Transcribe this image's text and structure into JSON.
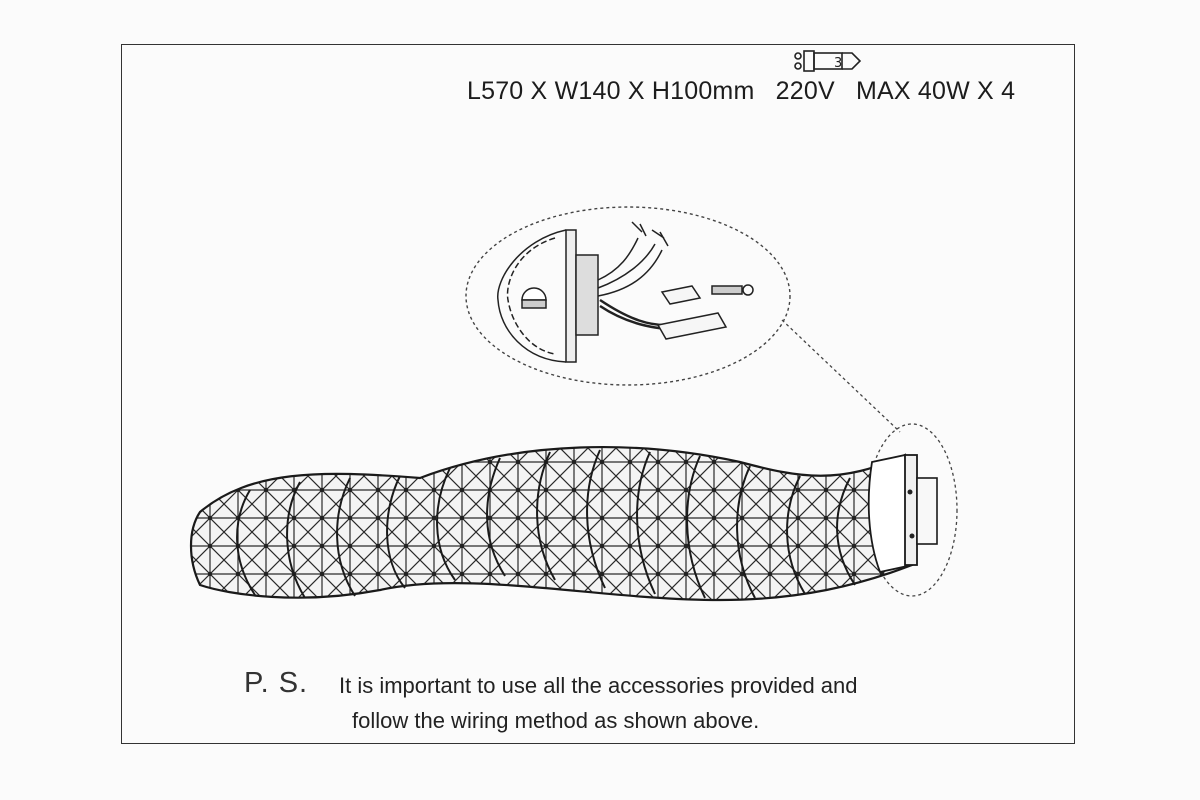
{
  "specs": {
    "dimensions": "L570 X W140 X H100mm",
    "voltage": "220V",
    "power": "MAX 40W X 4"
  },
  "bulb_icon": {
    "label": "3",
    "icon": "g9-bulb-icon"
  },
  "note": {
    "ps_label": "P. S.",
    "line1": "It is important to use all the accessories provided and",
    "line2": "follow the wiring method as shown above."
  }
}
